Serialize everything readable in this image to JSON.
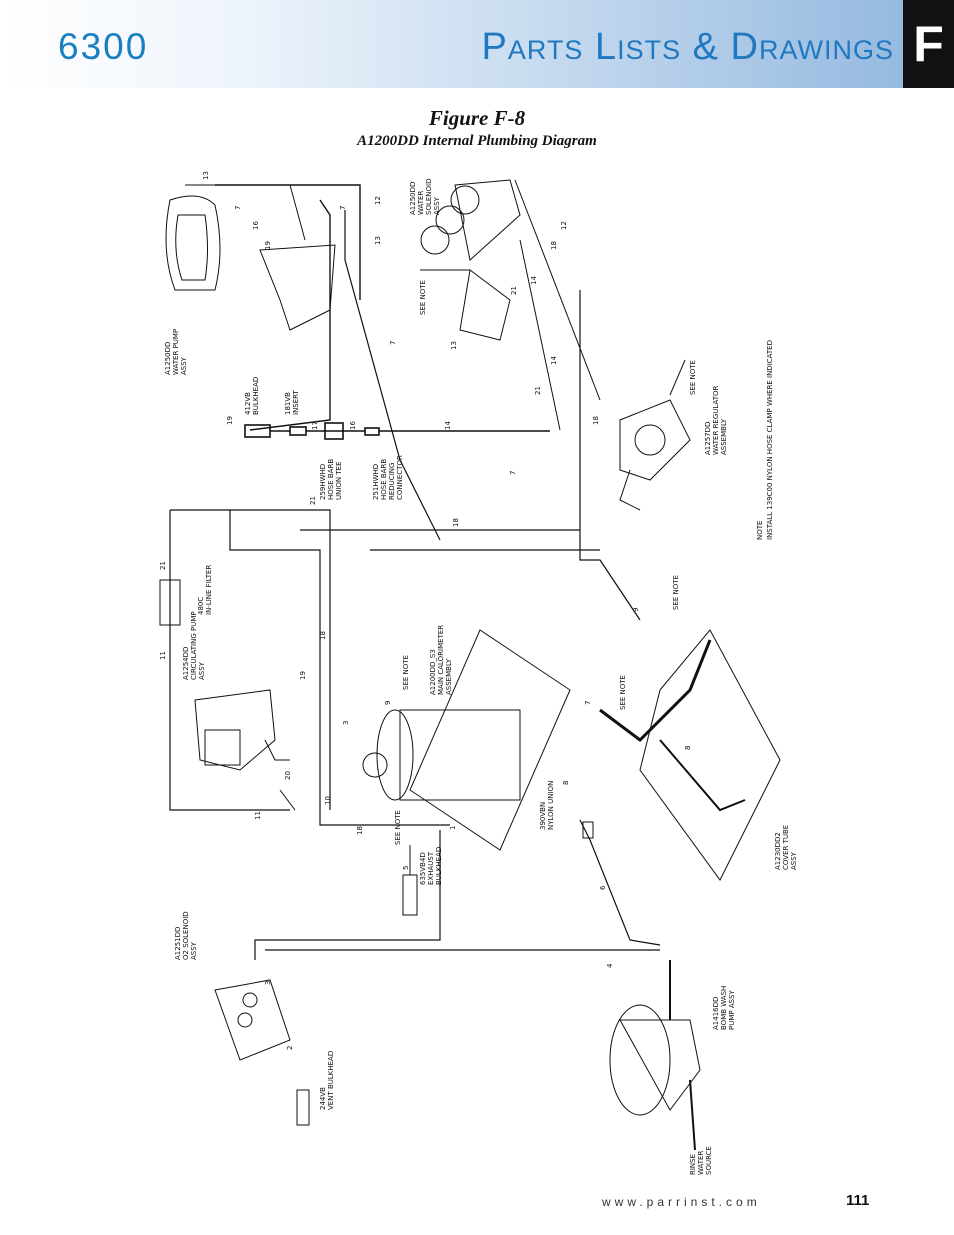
{
  "header": {
    "model": "6300",
    "section": "Parts Lists & Drawings",
    "tab": "F"
  },
  "figure": {
    "title": "Figure F-8",
    "subtitle": "A1200DD Internal Plumbing Diagram"
  },
  "labels": {
    "water_pump": [
      "A1250DD",
      "WATER PUMP",
      "ASSY"
    ],
    "bulkhead": [
      "412VB",
      "BULKHEAD"
    ],
    "insert": [
      "181VB",
      "INSERT"
    ],
    "union_tee": [
      "259HWHD",
      "HOSE BARB",
      "UNION TEE"
    ],
    "reducing_connector": [
      "251HWHD",
      "HOSE BARB",
      "REDUCING",
      "CONNECTOR"
    ],
    "water_solenoid": [
      "A1250DD",
      "WATER",
      "SOLENOID",
      "ASSY"
    ],
    "see_note": "SEE NOTE",
    "water_regulator": [
      "A1257DD",
      "WATER REGULATOR",
      "ASSEMBLY"
    ],
    "note": [
      "NOTE",
      "INSTALL 139C00 NYLON HOSE CLAMP WHERE INDICATED"
    ],
    "inline_filter": [
      "480C",
      "IN-LINE FILTER"
    ],
    "circulating_pump": [
      "A1254DD",
      "CIRCULATING PUMP",
      "ASSY"
    ],
    "calorimeter": [
      "A1200DD_S3",
      "MAIN CALORIMETER",
      "ASSEMBLY"
    ],
    "exhaust_bulkhead": [
      "635VB4D",
      "EXHAUST",
      "BULKHEAD"
    ],
    "nylon_union": [
      "390VBN",
      "NYLON UNION"
    ],
    "cover_tube": [
      "A1230DD2",
      "COVER TUBE",
      "ASSY"
    ],
    "o2_solenoid": [
      "A1251DD",
      "O2 SOLENOID",
      "ASSY"
    ],
    "vent_bulkhead": [
      "244VB",
      "VENT BULKHEAD"
    ],
    "bomb_wash": [
      "A1416DD",
      "BOMB WASH",
      "PUMP ASSY"
    ],
    "rinse": [
      "RINSE",
      "WATER",
      "SOURCE"
    ]
  },
  "footer": {
    "url": "www.parrinst.com",
    "page": "111"
  }
}
